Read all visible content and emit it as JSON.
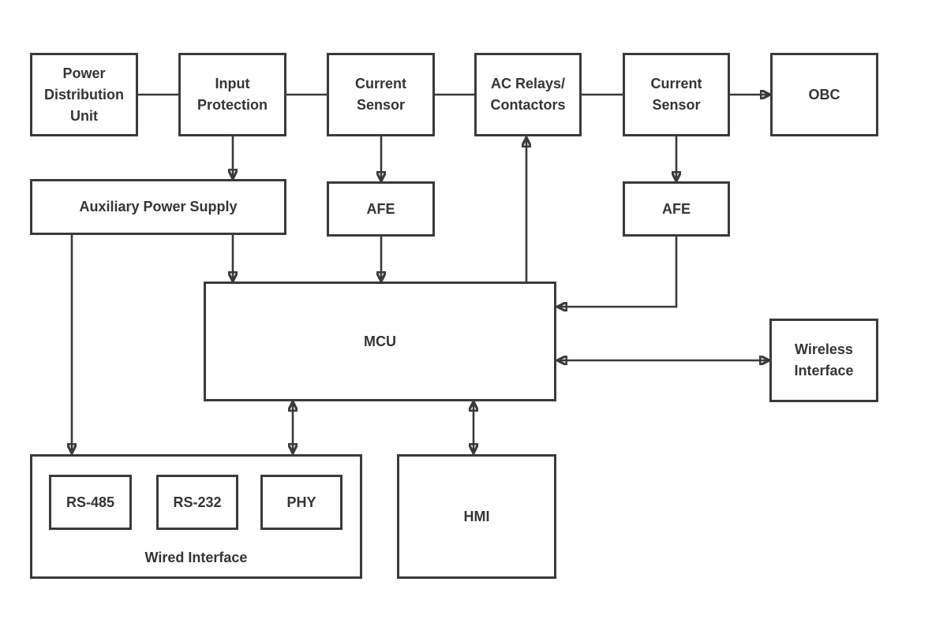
{
  "diagram": {
    "nodes": {
      "pdu": {
        "label": "Power Distribution Unit"
      },
      "input_protection": {
        "label": "Input Protection"
      },
      "current_sensor_1": {
        "label": "Current Sensor"
      },
      "ac_relays": {
        "label_line1": "AC Relays/",
        "label_line2": "Contactors"
      },
      "current_sensor_2": {
        "label": "Current Sensor"
      },
      "obc": {
        "label": "OBC"
      },
      "aux_power_supply": {
        "label": "Auxiliary Power Supply"
      },
      "afe_1": {
        "label": "AFE"
      },
      "afe_2": {
        "label": "AFE"
      },
      "mcu": {
        "label": "MCU"
      },
      "wireless_interface": {
        "label": "Wireless Interface"
      },
      "wired_interface": {
        "label": "Wired Interface"
      },
      "rs_485": {
        "label": "RS-485"
      },
      "rs_232": {
        "label": "RS-232"
      },
      "phy": {
        "label": "PHY"
      },
      "hmi": {
        "label": "HMI"
      }
    },
    "edges": [
      {
        "from": "pdu",
        "to": "input_protection",
        "style": "plain-line"
      },
      {
        "from": "input_protection",
        "to": "current_sensor_1",
        "style": "plain-line"
      },
      {
        "from": "current_sensor_1",
        "to": "ac_relays",
        "style": "plain-line"
      },
      {
        "from": "ac_relays",
        "to": "current_sensor_2",
        "style": "plain-line"
      },
      {
        "from": "current_sensor_2",
        "to": "obc",
        "style": "arrow"
      },
      {
        "from": "input_protection",
        "to": "aux_power_supply",
        "style": "arrow"
      },
      {
        "from": "current_sensor_1",
        "to": "afe_1",
        "style": "arrow"
      },
      {
        "from": "current_sensor_2",
        "to": "afe_2",
        "style": "arrow"
      },
      {
        "from": "aux_power_supply",
        "to": "mcu",
        "style": "arrow"
      },
      {
        "from": "afe_1",
        "to": "mcu",
        "style": "arrow"
      },
      {
        "from": "afe_2",
        "to": "mcu",
        "style": "arrow-elbow"
      },
      {
        "from": "mcu",
        "to": "ac_relays",
        "style": "arrow"
      },
      {
        "from": "mcu",
        "to": "wireless_interface",
        "style": "double-arrow"
      },
      {
        "from": "mcu",
        "to": "wired_interface",
        "style": "double-arrow"
      },
      {
        "from": "mcu",
        "to": "hmi",
        "style": "double-arrow"
      },
      {
        "from": "aux_power_supply",
        "to": "wired_interface",
        "style": "arrow"
      }
    ],
    "colors": {
      "line": "#3a3a3a",
      "text": "#373332",
      "background": "#ffffff"
    }
  }
}
